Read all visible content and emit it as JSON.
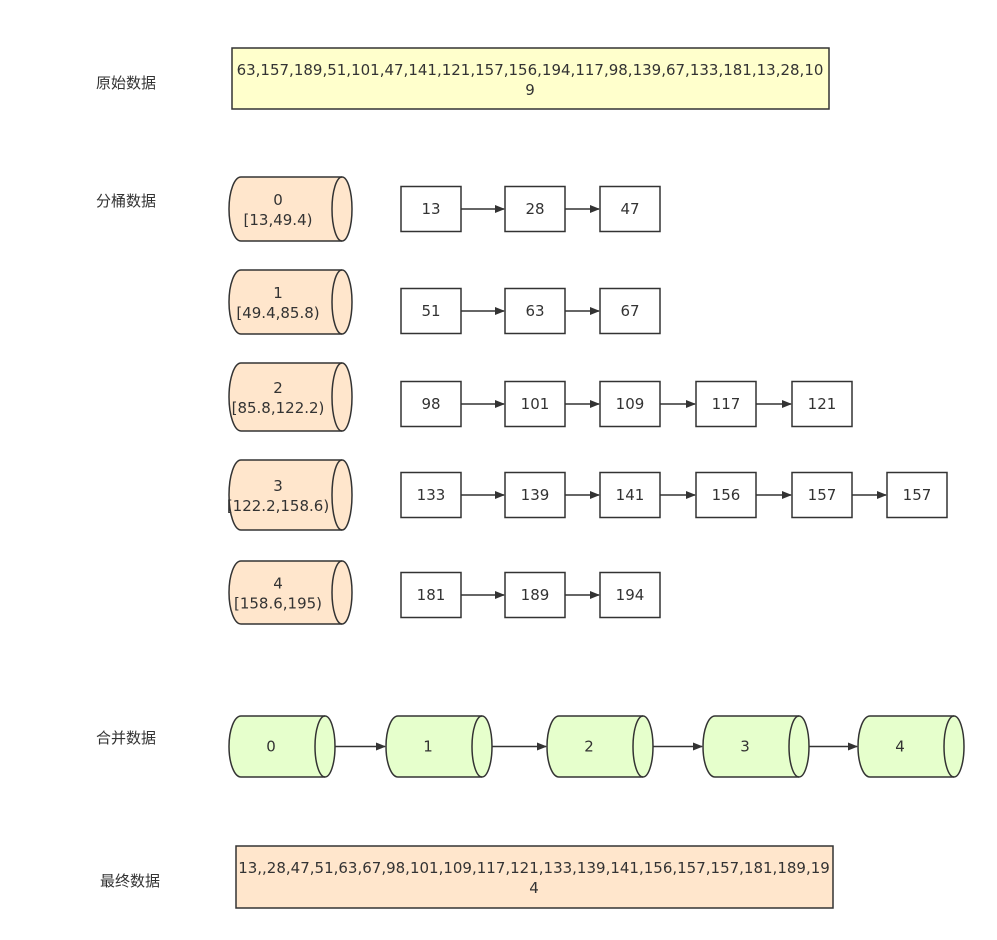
{
  "labels": {
    "original": "原始数据",
    "buckets": "分桶数据",
    "merged": "合并数据",
    "final": "最终数据"
  },
  "original": {
    "line1": "63,157,189,51,101,47,141,121,157,156,194,117,98,139,67,133,181,13,28,10",
    "line2": "9"
  },
  "buckets": [
    {
      "index": "0",
      "range": "[13,49.4)",
      "items": [
        "13",
        "28",
        "47"
      ]
    },
    {
      "index": "1",
      "range": "[49.4,85.8)",
      "items": [
        "51",
        "63",
        "67"
      ]
    },
    {
      "index": "2",
      "range": "[85.8,122.2)",
      "items": [
        "98",
        "101",
        "109",
        "117",
        "121"
      ]
    },
    {
      "index": "3",
      "range": "[122.2,158.6)",
      "items": [
        "133",
        "139",
        "141",
        "156",
        "157",
        "157"
      ]
    },
    {
      "index": "4",
      "range": "[158.6,195)",
      "items": [
        "181",
        "189",
        "194"
      ]
    }
  ],
  "merged": [
    "0",
    "1",
    "2",
    "3",
    "4"
  ],
  "final": {
    "line1": "13,,28,47,51,63,67,98,101,109,117,121,133,139,141,156,157,157,181,189,19",
    "line2": "4"
  },
  "colors": {
    "original_fill": "#ffffcc",
    "bucket_fill": "#ffe6cc",
    "merged_fill": "#e6ffcc",
    "final_fill": "#ffe6cc",
    "stroke": "#333333"
  }
}
